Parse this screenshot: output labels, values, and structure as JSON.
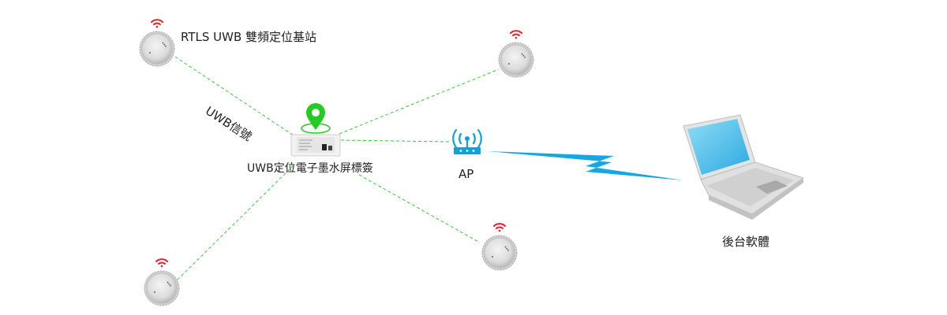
{
  "title": "RTLS UWB positioning system diagram",
  "anchors": {
    "label": "RTLS UWB 雙頻定位基站",
    "count": 4
  },
  "signal_label": "UWB信號",
  "tag": {
    "label": "UWB定位電子墨水屏標簽"
  },
  "ap": {
    "label": "AP"
  },
  "backend": {
    "label": "後台軟體"
  },
  "colors": {
    "link_dash": "#33cc33",
    "pin": "#22cc22",
    "wifi_red": "#e8202a",
    "ap_blue": "#0aa3e0",
    "bolt_blue": "#12a8e4",
    "screen_blue": "#4fc3ef"
  },
  "icons": {
    "anchor": "uwb-anchor-icon",
    "wifi": "wifi-signal-icon",
    "pin": "location-pin-icon",
    "router": "router-icon",
    "bolt": "wireless-bolt-icon",
    "laptop": "laptop-icon"
  }
}
